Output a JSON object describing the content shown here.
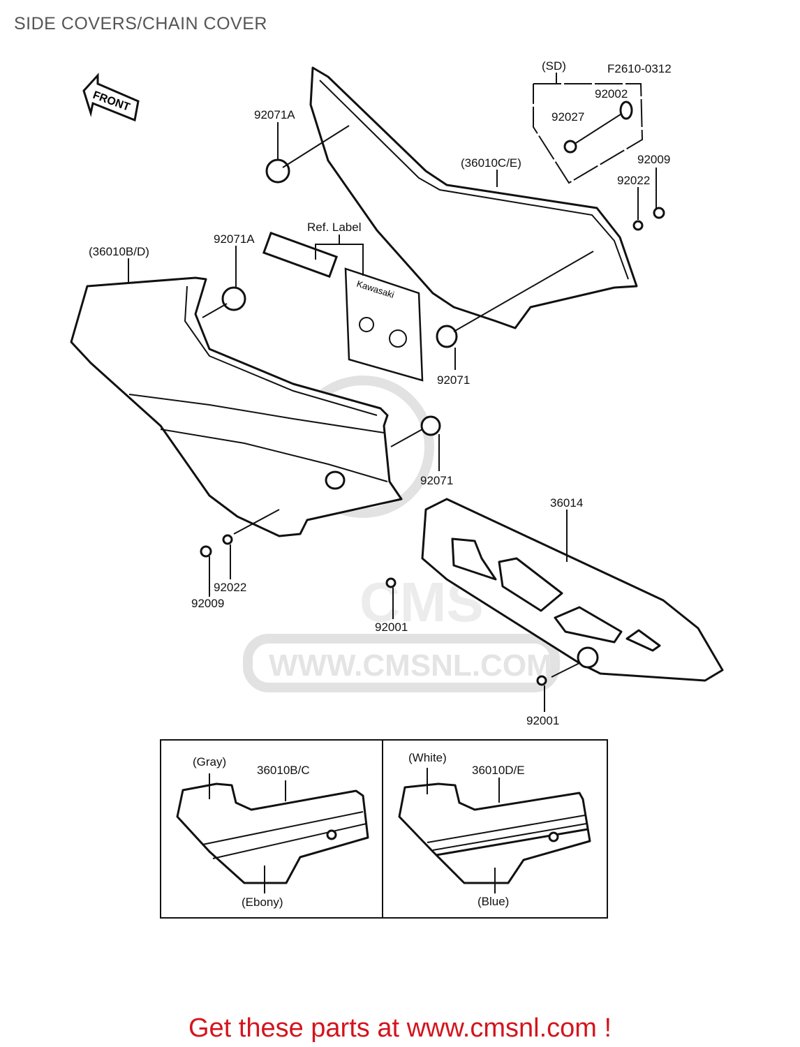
{
  "page_title": "SIDE COVERS/CHAIN COVER",
  "diagram_code": "F2610-0312",
  "front_arrow_label": "FRONT",
  "watermark": "WWW.CMSNL.COM",
  "watermark_logo": "CMS",
  "sd_group_label": "(SD)",
  "ref_label": "Ref. Label",
  "decal_brand": "Kawasaki",
  "callouts": {
    "c92002": "92002",
    "c92027": "92027",
    "c92009_r": "92009",
    "c92022_r": "92022",
    "c92071A_top": "92071A",
    "c36010CE": "(36010C/E)",
    "c36010BD": "(36010B/D)",
    "c92071A_mid": "92071A",
    "c92071_mid": "92071",
    "c92071_low": "92071",
    "c36014": "36014",
    "c92022_l": "92022",
    "c92009_l": "92009",
    "c92001_a": "92001",
    "c92001_b": "92001"
  },
  "color_variants": [
    {
      "part": "36010B/C",
      "upper_color": "(Gray)",
      "lower_color": "(Ebony)"
    },
    {
      "part": "36010D/E",
      "upper_color": "(White)",
      "lower_color": "(Blue)"
    }
  ],
  "cta": "Get these parts at www.cmsnl.com !"
}
